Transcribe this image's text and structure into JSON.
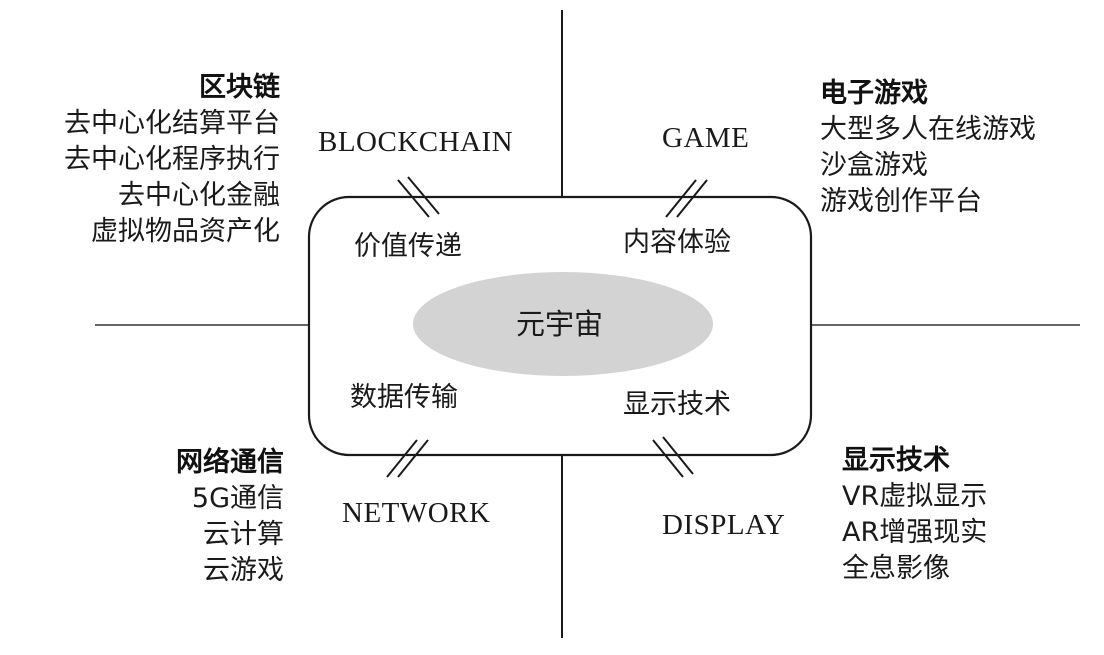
{
  "center": {
    "label": "元宇宙",
    "fill_color": "#d3d3d3"
  },
  "inner_labels": {
    "top_left": "价值传递",
    "top_right": "内容体验",
    "bottom_left": "数据传输",
    "bottom_right": "显示技术"
  },
  "connector_labels": {
    "top_left": "BLOCKCHAIN",
    "top_right": "GAME",
    "bottom_left": "NETWORK",
    "bottom_right": "DISPLAY"
  },
  "quadrants": {
    "top_left": {
      "title": "区块链",
      "items": [
        "去中心化结算平台",
        "去中心化程序执行",
        "去中心化金融",
        "虚拟物品资产化"
      ]
    },
    "top_right": {
      "title": "电子游戏",
      "items": [
        "大型多人在线游戏",
        "沙盒游戏",
        "游戏创作平台"
      ]
    },
    "bottom_left": {
      "title": "网络通信",
      "items": [
        "5G通信",
        "云计算",
        "云游戏"
      ]
    },
    "bottom_right": {
      "title": "显示技术",
      "items": [
        "VR虚拟显示",
        "AR增强现实",
        "全息影像"
      ]
    }
  },
  "colors": {
    "line": "#1a1a1a",
    "ellipse": "#d3d3d3",
    "background": "#ffffff"
  }
}
